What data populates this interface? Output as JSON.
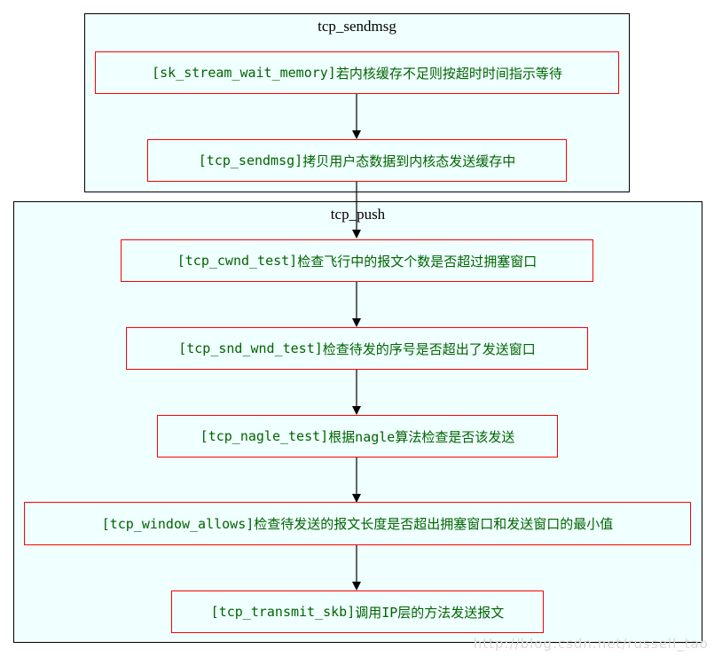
{
  "clusters": [
    {
      "title": "tcp_sendmsg"
    },
    {
      "title": "tcp_push"
    }
  ],
  "nodes": [
    {
      "func": "[sk_stream_wait_memory]",
      "desc": "若内核缓存不足则按超时时间指示等待"
    },
    {
      "func": "[tcp_sendmsg]",
      "desc": "拷贝用户态数据到内核态发送缓存中"
    },
    {
      "func": "[tcp_cwnd_test]",
      "desc": "检查飞行中的报文个数是否超过拥塞窗口"
    },
    {
      "func": "[tcp_snd_wnd_test]",
      "desc": "检查待发的序号是否超出了发送窗口"
    },
    {
      "func": "[tcp_nagle_test]",
      "desc": "根据nagle算法检查是否该发送"
    },
    {
      "func": "[tcp_window_allows]",
      "desc": "检查待发送的报文长度是否超出拥塞窗口和发送窗口的最小值"
    },
    {
      "func": "[tcp_transmit_skb]",
      "desc": "调用IP层的方法发送报文"
    }
  ],
  "watermark": "http://blog.csdn.net/russell_tao",
  "colors": {
    "cluster_fill": "#f0ffff",
    "node_border": "#ff0000",
    "node_text": "#006400",
    "edge": "#000000"
  }
}
